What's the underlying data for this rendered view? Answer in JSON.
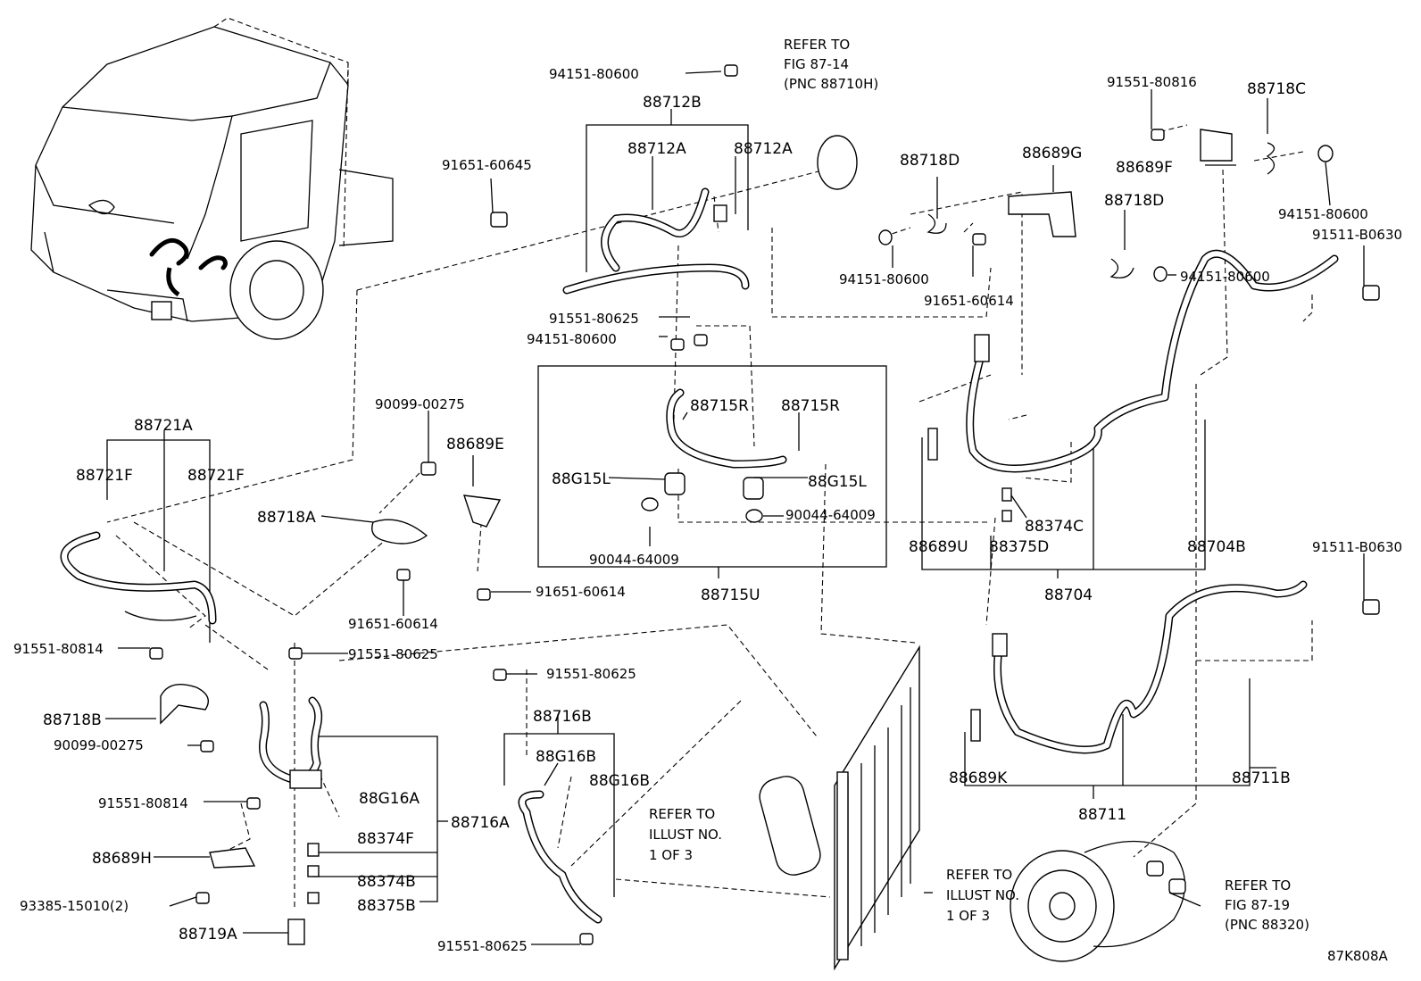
{
  "labels": {
    "p94151_80600_top": "94151-80600",
    "p88712B": "88712B",
    "p88712A_l": "88712A",
    "p88712A_r": "88712A",
    "p91651_60645": "91651-60645",
    "p91551_80625_a": "91551-80625",
    "p94151_80600_b": "94151-80600",
    "p88715R_l": "88715R",
    "p88715R_r": "88715R",
    "p88G15L_l": "88G15L",
    "p88G15L_r": "88G15L",
    "p90044_64009_r": "90044-64009",
    "p90044_64009_l": "90044-64009",
    "p88715U": "88715U",
    "p91551_80816": "91551-80816",
    "p88718C": "88718C",
    "p88689F": "88689F",
    "p94151_80600_c": "94151-80600",
    "p91511_B0630_a": "91511-B0630",
    "p88718D_l": "88718D",
    "p88689G": "88689G",
    "p88718D_r": "88718D",
    "p94151_80600_d": "94151-80600",
    "p91651_60614_a": "91651-60614",
    "p94151_80600_e": "94151-80600",
    "p88374C": "88374C",
    "p88689U": "88689U",
    "p88375D": "88375D",
    "p88704B": "88704B",
    "p88704": "88704",
    "p91511_B0630_b": "91511-B0630",
    "p88689K": "88689K",
    "p88711B": "88711B",
    "p88711": "88711",
    "p88721A": "88721A",
    "p88721F_l": "88721F",
    "p88721F_r": "88721F",
    "p90099_00275_a": "90099-00275",
    "p88689E": "88689E",
    "p88718A": "88718A",
    "p91651_60614_b": "91651-60614",
    "p91651_60614_c": "91651-60614",
    "p91551_80814_a": "91551-80814",
    "p88718B": "88718B",
    "p90099_00275_b": "90099-00275",
    "p91551_80625_b": "91551-80625",
    "p91551_80625_c": "91551-80625",
    "p88716B": "88716B",
    "p88G16B_a": "88G16B",
    "p88G16B_b": "88G16B",
    "p88G16A": "88G16A",
    "p88374F": "88374F",
    "p88716A": "88716A",
    "p91551_80814_b": "91551-80814",
    "p88689H": "88689H",
    "p93385_15010": "93385-15010(2)",
    "p88374B": "88374B",
    "p88375B": "88375B",
    "p88719A": "88719A",
    "p91551_80625_d": "91551-80625",
    "p87K808A": "87K808A"
  },
  "refs": {
    "refer_top": [
      "REFER TO",
      "FIG 87-14",
      "(PNC 88710H)"
    ],
    "refer_illust_left": [
      "REFER TO",
      "ILLUST NO.",
      "1 OF 3"
    ],
    "refer_illust_right": [
      "REFER TO",
      "ILLUST NO.",
      "1 OF 3"
    ],
    "refer_bottom_right": [
      "REFER TO",
      "FIG 87-19",
      "(PNC 88320)"
    ]
  }
}
